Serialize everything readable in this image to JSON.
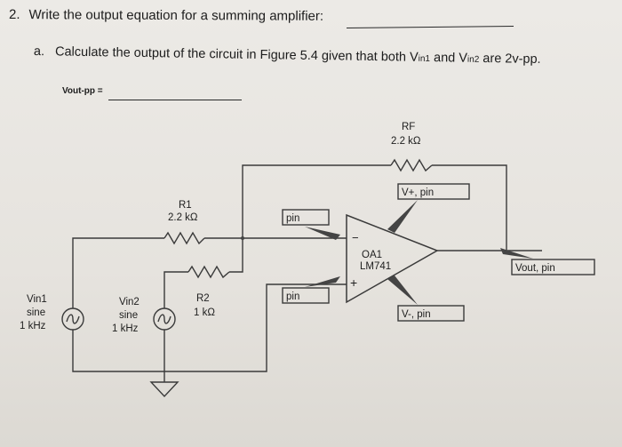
{
  "question": {
    "number": "2.",
    "text": "Write the output equation for a summing amplifier:"
  },
  "subquestion": {
    "letter": "a.",
    "text_before": "Calculate the output of the circuit in Figure 5.4 given that both V",
    "sub1": "in1",
    "text_mid": " and V",
    "sub2": "in2",
    "text_after": " are 2v-pp."
  },
  "answer_label": "Vout-pp =",
  "circuit": {
    "rf_name": "RF",
    "rf_value": "2.2 kΩ",
    "r1_name": "R1",
    "r1_value": "2.2 kΩ",
    "r2_name": "R2",
    "r2_value": "1 kΩ",
    "opamp_name": "OA1",
    "opamp_part": "LM741",
    "vin1_lines": [
      "Vin1",
      "sine",
      "1 kHz"
    ],
    "vin2_lines": [
      "Vin2",
      "sine",
      "1 kHz"
    ],
    "pin_inverting": "pin",
    "pin_noninverting": "pin",
    "vplus_pin": "V+, pin",
    "vminus_pin": "V-, pin",
    "vout_pin": "Vout, pin",
    "minus_sign": "−",
    "plus_sign": "+"
  }
}
